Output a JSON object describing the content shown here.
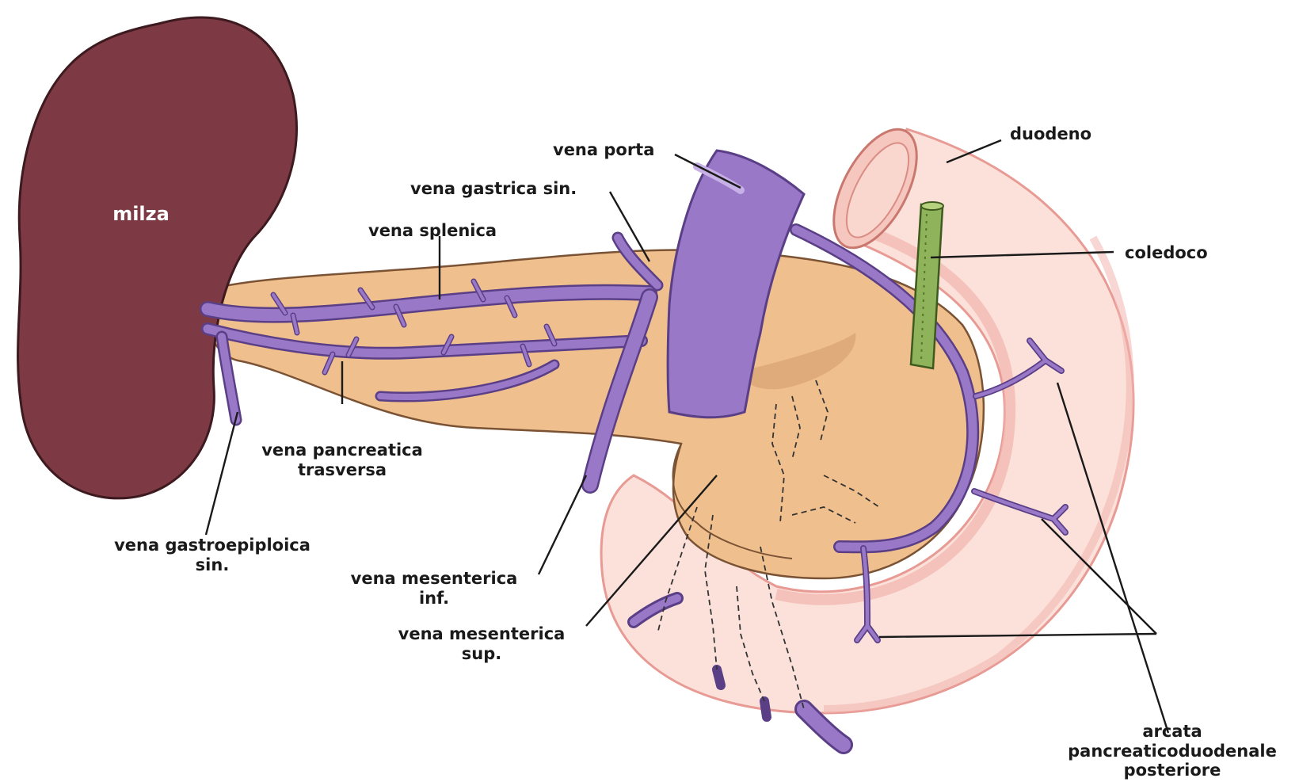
{
  "labels": {
    "milza": "milza",
    "vena_porta": "vena porta",
    "vena_gastrica_sin": "vena gastrica sin.",
    "vena_splenica": "vena splenica",
    "duodeno": "duodeno",
    "coledoco": "coledoco",
    "vena_pancreatica_trasversa_1": "vena pancreatica",
    "vena_pancreatica_trasversa_2": "trasversa",
    "vena_gastroepiploica_sin_1": "vena gastroepiploica",
    "vena_gastroepiploica_sin_2": "sin.",
    "vena_mesenterica_inf_1": "vena mesenterica",
    "vena_mesenterica_inf_2": "inf.",
    "vena_mesenterica_sup_1": "vena mesenterica",
    "vena_mesenterica_sup_2": "sup.",
    "arcata_1": "arcata",
    "arcata_2": "pancreaticoduodenale",
    "arcata_3": "posteriore"
  },
  "colors": {
    "spleen": "#7e3a44",
    "pancreas": "#f0bf8e",
    "duodenum": "#fbe1da",
    "duodenum_edge": "#e89a94",
    "vein": "#9a78c8",
    "vein_edge": "#5a3f87",
    "bile_duct": "#8fb35a"
  }
}
